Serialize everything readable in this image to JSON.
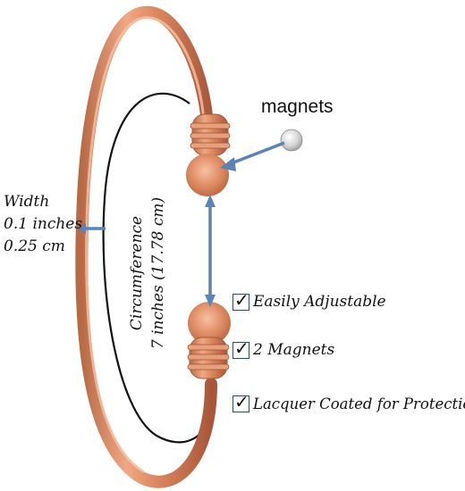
{
  "labels": {
    "width_title": "Width",
    "width_inches": "0.1 inches",
    "width_cm": "0.25 cm",
    "magnets": "magnets",
    "circumference_title": "Circumference",
    "circumference_value": "7 inches (17.78 cm)"
  },
  "features": [
    {
      "check": "✓",
      "text": "Easily Adjustable"
    },
    {
      "check": "✓",
      "text": "2 Magnets"
    },
    {
      "check": "✓",
      "text": "Lacquer Coated for Protection"
    }
  ],
  "colors": {
    "copper": "#d9855c",
    "copper_dark": "#b5603a",
    "arrow_blue": "#5b83b5",
    "checkbox_border": "#1f4e79",
    "circumference_line": "#111111"
  }
}
